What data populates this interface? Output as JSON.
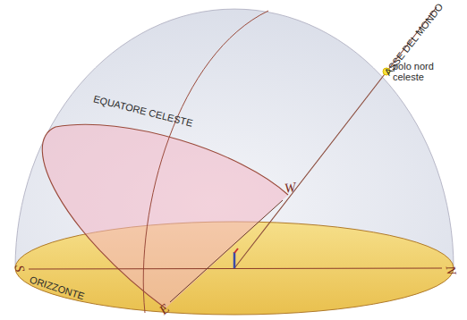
{
  "diagram": {
    "labels": [
      "ASSE DEL MONDO",
      "polo nord celeste",
      "EQUATORE CELESTE",
      "W",
      "S",
      "N",
      "E",
      "ORIZZONTE"
    ]
  }
}
